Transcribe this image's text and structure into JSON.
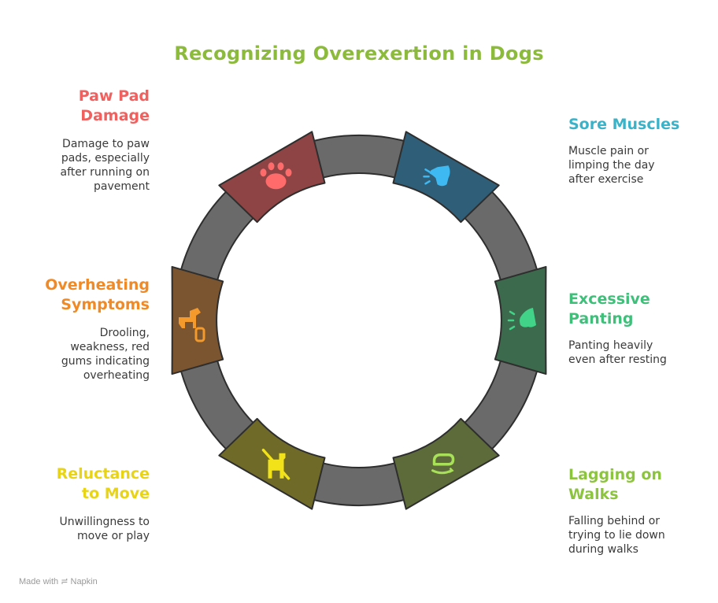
{
  "title": "Recognizing Overexertion in Dogs",
  "colors": {
    "title": "#8cbb3c",
    "ring": "#6a6a6a",
    "outline": "#2e2e2e"
  },
  "segments": [
    {
      "heading": "Sore Muscles",
      "description": "Muscle pain or\nlimping the day\nafter exercise",
      "icon": "dog-head-pain-icon",
      "fill": "#2f5f78",
      "icon_color": "#3fb9f2",
      "heading_color": "#3ab3c9"
    },
    {
      "heading": "Excessive\nPanting",
      "description": "Panting heavily\neven after resting",
      "icon": "dog-panting-icon",
      "fill": "#3c6a4c",
      "icon_color": "#41d488",
      "heading_color": "#3fbf7a"
    },
    {
      "heading": "Lagging on\nWalks",
      "description": "Falling behind or\ntrying to lie down\nduring walks",
      "icon": "lying-down-icon",
      "fill": "#5c6b39",
      "icon_color": "#a8e05a",
      "heading_color": "#8cc43e"
    },
    {
      "heading": "Reluctance\nto Move",
      "description": "Unwillingness to\nmove or play",
      "icon": "no-dog-icon",
      "fill": "#6f6a27",
      "icon_color": "#f2e21a",
      "heading_color": "#e8d414"
    },
    {
      "heading": "Overheating\nSymptoms",
      "description": "Drooling,\nweakness, red\ngums indicating\noverheating",
      "icon": "dog-thermometer-icon",
      "fill": "#7a5530",
      "icon_color": "#f49a2c",
      "heading_color": "#f08a26"
    },
    {
      "heading": "Paw Pad\nDamage",
      "description": "Damage to paw\npads, especially\nafter running on\npavement",
      "icon": "paw-icon",
      "fill": "#8e4444",
      "icon_color": "#ff6b6b",
      "heading_color": "#f0605e"
    }
  ],
  "footer": {
    "made_with": "Made with",
    "brand": "Napkin"
  }
}
